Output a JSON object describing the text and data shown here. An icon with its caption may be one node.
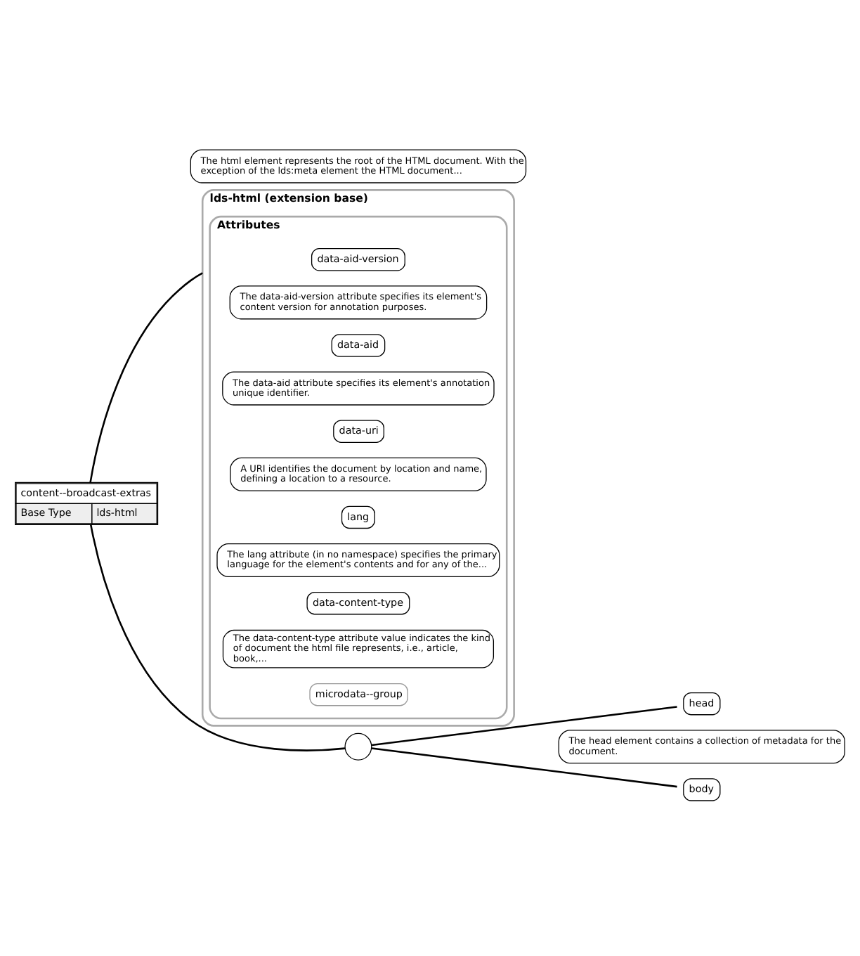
{
  "diagram": {
    "nodes": [
      {
        "text": [
          "content--broadcast-extras",
          "Base Type",
          "lds-html"
        ]
      },
      {
        "text": [
          "lds-html (extension base)"
        ],
        "beside": [
          "The html element represents the root of the HTML document. With the exception of the lds:meta element the HTML document..."
        ]
      },
      {
        "text": [
          "Attributes"
        ],
        "in": 1
      },
      {
        "text": [
          "data-aid-version"
        ],
        "in": 2,
        "beside": [
          "The data-aid-version attribute specifies its element's content version for annotation purposes."
        ]
      },
      {
        "text": [
          "data-aid"
        ],
        "in": 2,
        "beside": [
          "The data-aid attribute specifies its element's annotation unique identifier."
        ]
      },
      {
        "text": [
          "data-uri"
        ],
        "in": 2,
        "beside": [
          "A URI identifies the document by location and name, defining a location to a resource."
        ]
      },
      {
        "text": [
          "lang"
        ],
        "in": 2,
        "beside": [
          "The lang attribute (in no namespace) specifies the primary language for the element's contents and for any of the..."
        ]
      },
      {
        "text": [
          "data-content-type"
        ],
        "in": 2,
        "beside": [
          "The data-content-type attribute value indicates the kind of document the html file represents, i.e., article, book,..."
        ]
      },
      {
        "text": [
          "microdata--group"
        ],
        "in": 2
      },
      {
        "text": [],
        "shape": "circle"
      },
      {
        "text": [
          "head"
        ],
        "beside": [
          "The head element contains a collection of metadata for the document."
        ]
      },
      {
        "text": [
          "body"
        ]
      }
    ],
    "edges": [
      {
        "from": 0,
        "to": 1,
        "arrow": "none"
      },
      {
        "from": 0,
        "to": 9,
        "arrow": "none"
      },
      {
        "from": 9,
        "to": 10,
        "arrow": "none"
      },
      {
        "from": 9,
        "to": 11,
        "arrow": "none"
      }
    ]
  }
}
